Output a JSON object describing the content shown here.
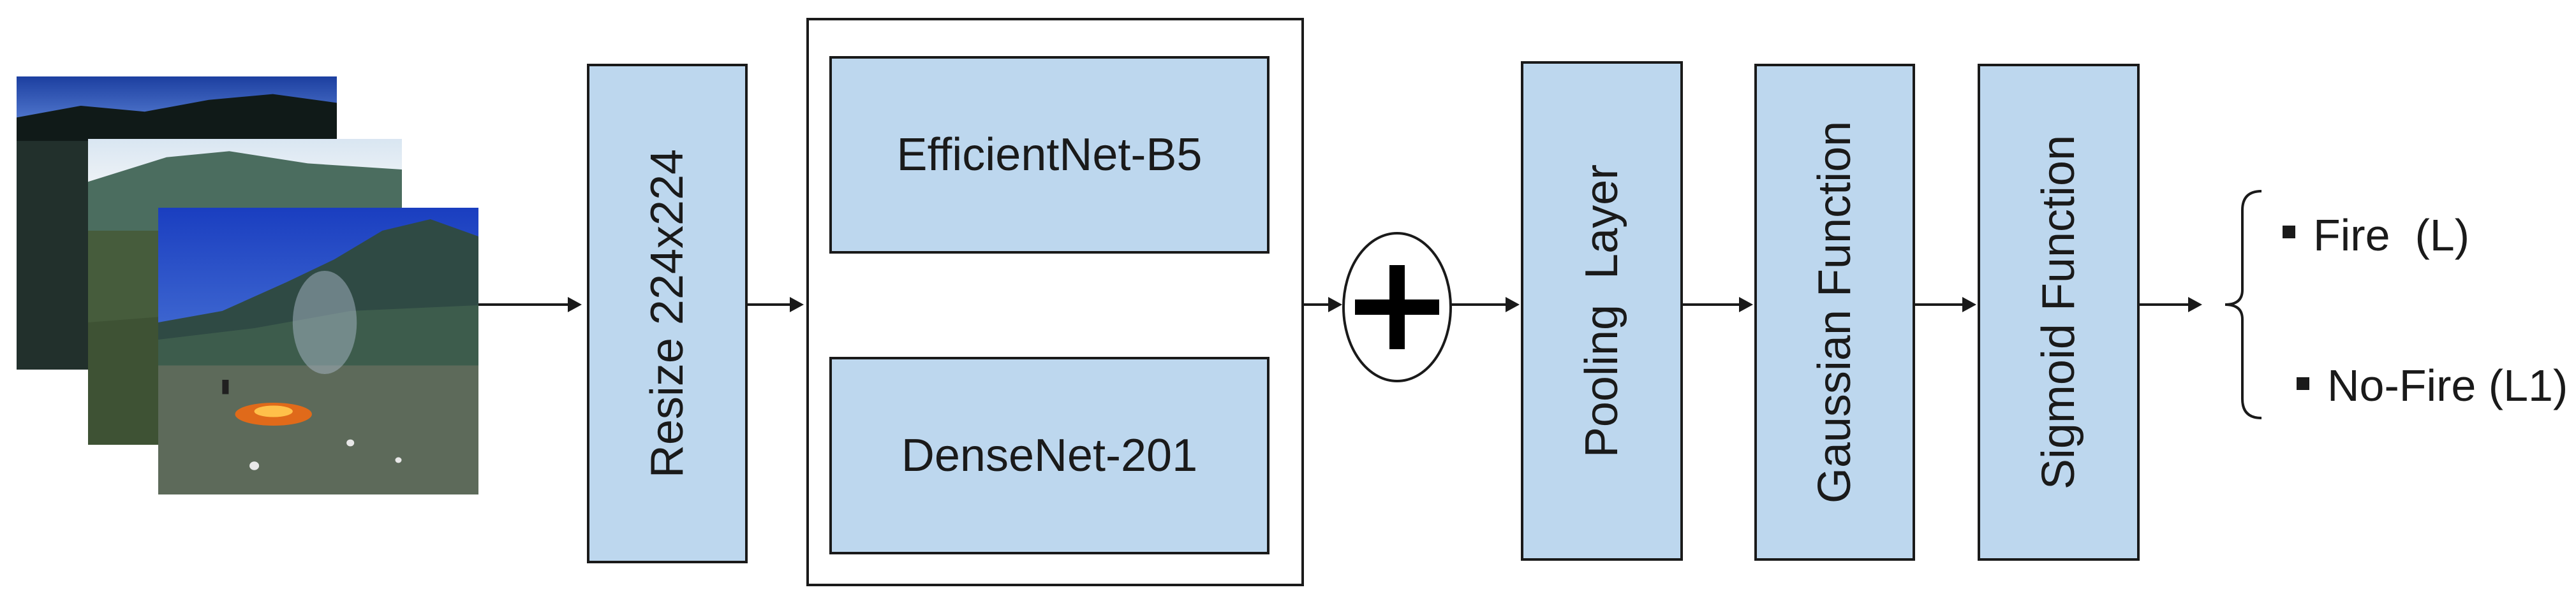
{
  "input_images": [
    "input-image-1",
    "input-image-2",
    "input-image-3"
  ],
  "resize": {
    "label": "Resize 224x224"
  },
  "backbones": {
    "efficientnet": "EfficientNet-B5",
    "densenet": "DenseNet-201"
  },
  "fusion": {
    "symbol": "plus-icon"
  },
  "pooling": {
    "label": "Pooling  Layer"
  },
  "gaussian": {
    "label": "Gaussian Function"
  },
  "sigmoid": {
    "label": "Sigmoid Function"
  },
  "outputs": [
    {
      "label": "Fire  (L)"
    },
    {
      "label": "No-Fire (L1)"
    }
  ],
  "colors": {
    "box_fill": "#bdd7ee",
    "stroke": "#1a1a1a"
  }
}
